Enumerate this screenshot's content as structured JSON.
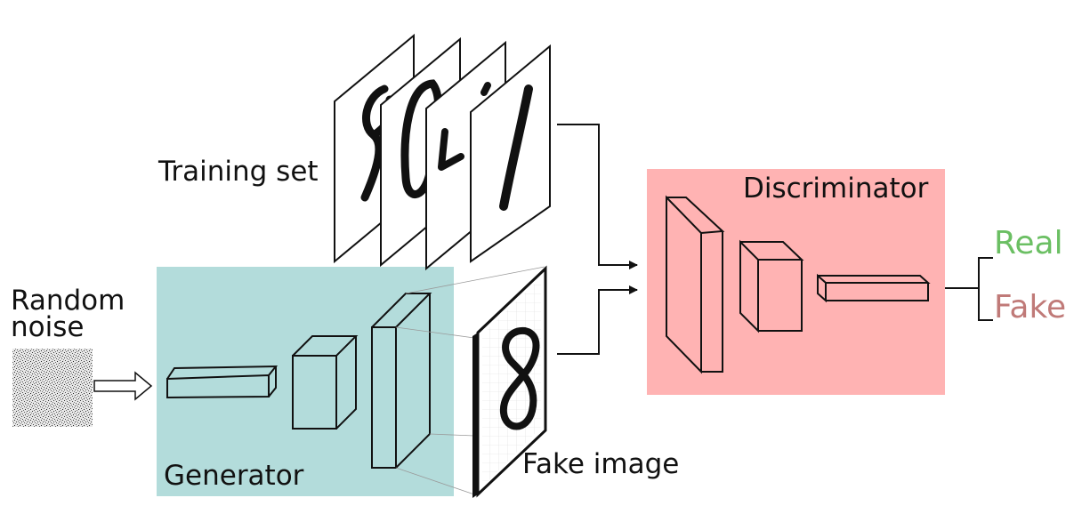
{
  "labels": {
    "random_noise": "Random\nnoise",
    "training_set": "Training set",
    "generator": "Generator",
    "fake_image": "Fake image",
    "discriminator": "Discriminator",
    "real": "Real",
    "fake": "Fake"
  },
  "colors": {
    "generator_bg": "#b3dcdb",
    "discriminator_bg": "#ffb3b3",
    "real": "#6bbf63",
    "fake": "#c07a78",
    "stroke": "#111111"
  },
  "icons": {
    "noise": "noise-image",
    "arrow": "hollow-arrow",
    "digits": [
      "digit-8",
      "digit-0",
      "digit-4",
      "digit-1"
    ],
    "fake_digit": "digit-8"
  }
}
